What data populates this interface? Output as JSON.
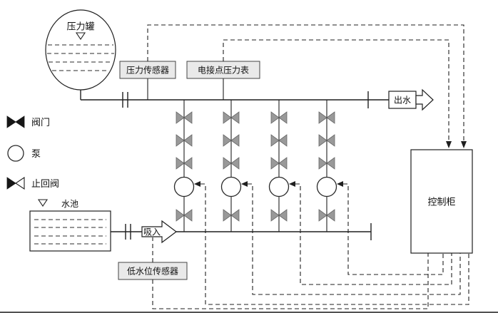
{
  "diagram": {
    "labels": {
      "pressure_tank": "压力罐",
      "pressure_sensor": "压力传感器",
      "electric_contact_pressure_gauge": "电接点压力表",
      "water_outlet": "出水",
      "suction": "吸入",
      "water_pool": "水池",
      "low_water_level_sensor": "低水位传感器",
      "control_cabinet": "控制柜"
    },
    "legend": [
      {
        "icon": "valve-icon",
        "label": "阀门"
      },
      {
        "icon": "pump-icon",
        "label": "泵"
      },
      {
        "icon": "check-valve-icon",
        "label": "止回阀"
      }
    ],
    "pump_branch_count": 4,
    "colors": {
      "line": "#1f1f1f",
      "valve_fill": "#999999",
      "valve_stroke": "#666666",
      "label_box_bg": "#e9e9e9",
      "background": "#ffffff"
    }
  }
}
